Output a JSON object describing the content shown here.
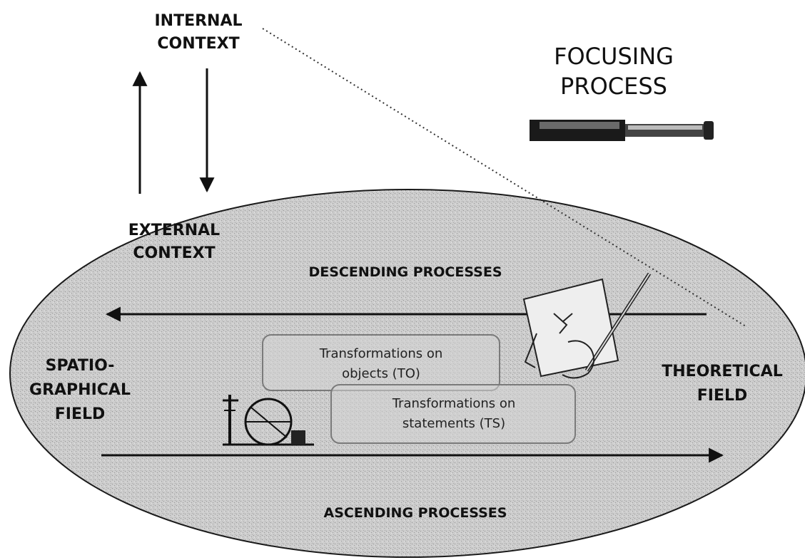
{
  "labels": {
    "internal_context": [
      "INTERNAL",
      "CONTEXT"
    ],
    "external_context": [
      "EXTERNAL",
      "CONTEXT"
    ],
    "focusing_process": [
      "FOCUSING",
      "PROCESS"
    ],
    "descending": "DESCENDING PROCESSES",
    "ascending": "ASCENDING PROCESSES",
    "spatio_graphical": [
      "SPATIO-",
      "GRAPHICAL",
      "FIELD"
    ],
    "theoretical": [
      "THEORETICAL",
      "FIELD"
    ],
    "box_to": [
      "Transformations on",
      "objects (TO)"
    ],
    "box_ts": [
      "Transformations on",
      "statements (TS)"
    ]
  },
  "colors": {
    "ellipse_fill": "#c9c9c9",
    "ink": "#111111",
    "box_stroke": "#7a7a7a"
  },
  "icons": [
    "telescope-icon",
    "hand-writing-icon",
    "geometry-construction-icon"
  ]
}
